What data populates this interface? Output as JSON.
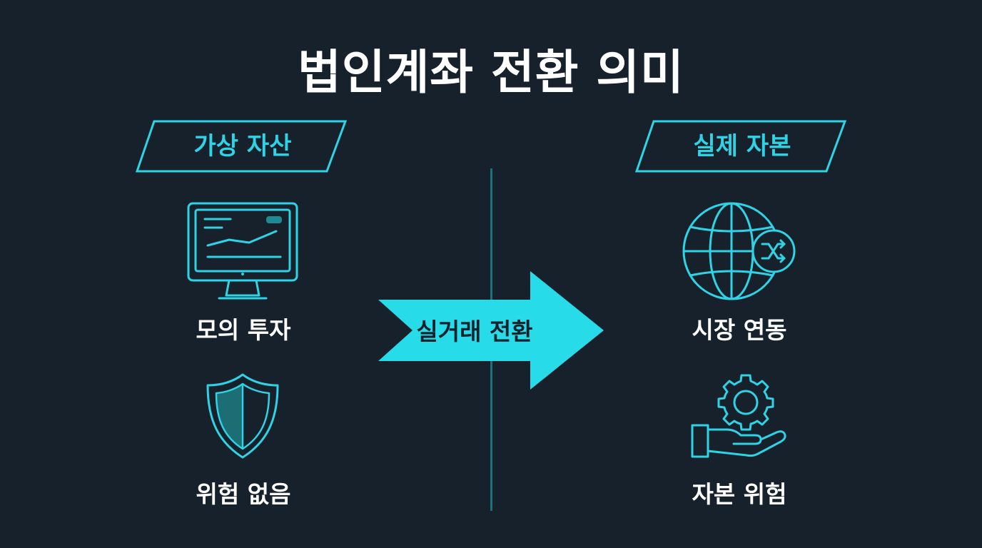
{
  "title": "법인계좌 전환 의미",
  "left": {
    "header": "가상 자산",
    "items": [
      {
        "label": "모의 투자",
        "icon": "monitor-chart-icon"
      },
      {
        "label": "위험 없음",
        "icon": "shield-icon"
      }
    ]
  },
  "right": {
    "header": "실제 자본",
    "items": [
      {
        "label": "시장 연동",
        "icon": "globe-shuffle-icon"
      },
      {
        "label": "자본 위험",
        "icon": "hand-gear-icon"
      }
    ]
  },
  "transition": {
    "label": "실거래 전환"
  },
  "colors": {
    "background": "#16212b",
    "accent": "#2fd3e6",
    "arrow_fill": "#27dbe8",
    "divider": "#1d6f7e",
    "text": "#ffffff"
  }
}
